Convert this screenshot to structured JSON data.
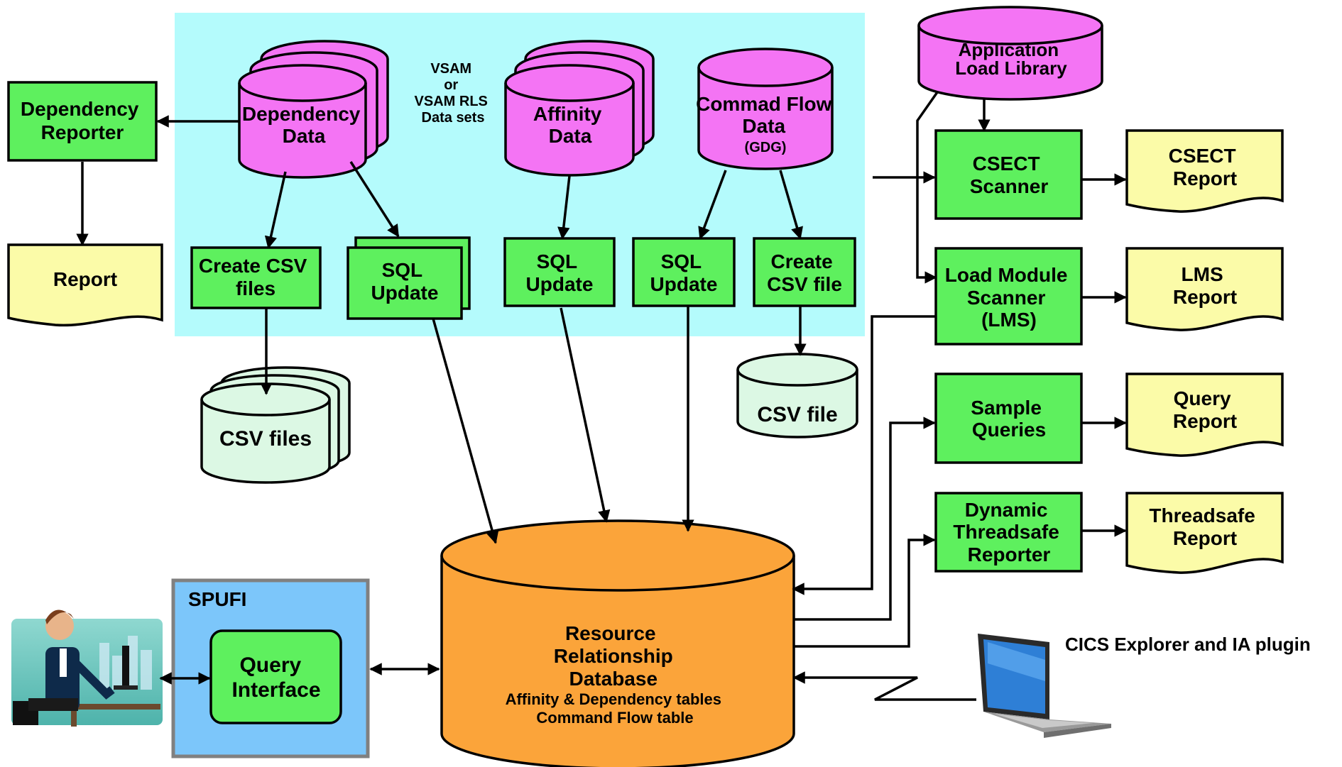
{
  "regions": {
    "vsam_label": [
      "VSAM",
      "or",
      "VSAM RLS",
      "Data sets"
    ],
    "spufi_label": "SPUFI"
  },
  "datastores": {
    "dependency_data": [
      "Dependency",
      "Data"
    ],
    "affinity_data": [
      "Affinity",
      "Data"
    ],
    "command_flow_data": [
      "Commad Flow",
      "Data",
      "(GDG)"
    ],
    "application_load_library": [
      "Application",
      "Load Library"
    ],
    "csv_files": "CSV files",
    "csv_file": "CSV file",
    "resource_db": [
      "Resource",
      "Relationship",
      "Database",
      "Affinity & Dependency tables",
      "Command Flow table"
    ]
  },
  "processes": {
    "dependency_reporter": [
      "Dependency",
      "Reporter"
    ],
    "create_csv_files": [
      "Create CSV",
      "files"
    ],
    "sql_update_1": [
      "SQL",
      "Update"
    ],
    "sql_update_2": [
      "SQL",
      "Update"
    ],
    "sql_update_3": [
      "SQL",
      "Update"
    ],
    "create_csv_file": [
      "Create",
      "CSV file"
    ],
    "csect_scanner": [
      "CSECT",
      "Scanner"
    ],
    "load_module_scanner": [
      "Load Module",
      "Scanner",
      "(LMS)"
    ],
    "sample_queries": [
      "Sample",
      "Queries"
    ],
    "dynamic_threadsafe_reporter": [
      "Dynamic",
      "Threadsafe",
      "Reporter"
    ],
    "query_interface": [
      "Query",
      "Interface"
    ]
  },
  "reports": {
    "report": "Report",
    "csect_report": [
      "CSECT",
      "Report"
    ],
    "lms_report": [
      "LMS",
      "Report"
    ],
    "query_report": [
      "Query",
      "Report"
    ],
    "threadsafe_report": [
      "Threadsafe",
      "Report"
    ]
  },
  "cics_explorer_label": "CICS Explorer and IA plugin",
  "colors": {
    "process": "#5ef05e",
    "report": "#fbfba8",
    "vsam_store": "#f474f4",
    "csv_store": "#dcf8e4",
    "database": "#fba43a",
    "vsam_region": "#b4fbfc",
    "spufi_region": "#7cc6fa"
  }
}
